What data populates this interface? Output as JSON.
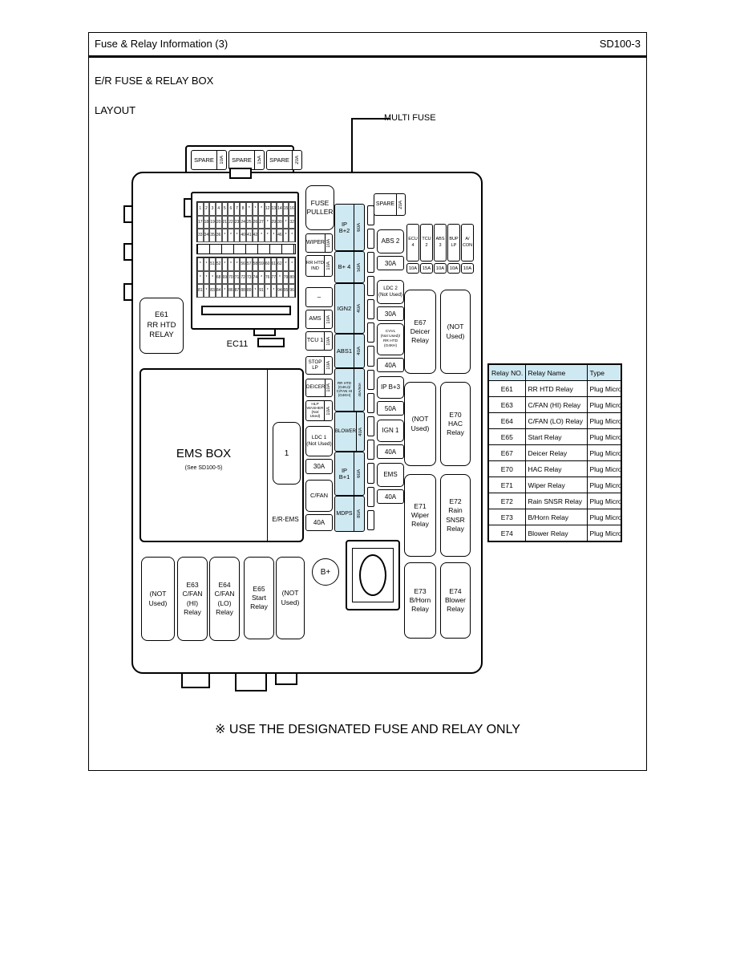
{
  "header": {
    "title": "Fuse & Relay Information (3)",
    "code": "SD100-3"
  },
  "titles": {
    "section": "E/R FUSE & RELAY BOX",
    "sub": "LAYOUT",
    "callout": "MULTI FUSE",
    "footnote": "※ USE THE DESIGNATED FUSE AND RELAY ONLY"
  },
  "colors": {
    "highlight": "#cfe9f2",
    "line": "#000000"
  },
  "labels": {
    "fuse_puller": "FUSE\nPULLER",
    "e61": "E61\nRR HTD\nRELAY",
    "ec11": "EC11",
    "ems_title": "EMS BOX",
    "ems_sub": "(See SD100-5)",
    "slot": "1",
    "er_ems": "E/R-EMS",
    "b_plus": "B+"
  },
  "spares_top": [
    {
      "label": "SPARE",
      "amp": "10A"
    },
    {
      "label": "SPARE",
      "amp": "15A"
    },
    {
      "label": "SPARE",
      "amp": "20A"
    }
  ],
  "spare_right": {
    "label": "SPARE",
    "amp": "20A"
  },
  "left_fuses": [
    {
      "label": "WIPER",
      "amp": "10A"
    },
    {
      "label": "RR HTD\nIND",
      "amp": "10A"
    },
    {
      "label": "–",
      "amp": ""
    },
    {
      "label": "AMS",
      "amp": "10A"
    },
    {
      "label": "TCU 1",
      "amp": "10A"
    },
    {
      "label": "STOP LP",
      "amp": "10A"
    },
    {
      "label": "DEICER",
      "amp": "10A"
    },
    {
      "label": "HLP\nWASHER\n(Not Used)",
      "amp": "10A"
    },
    {
      "label": "LDC 1\n(Not Used)",
      "amp": "30A"
    },
    {
      "label": "C/FAN",
      "amp": "40A"
    }
  ],
  "multi_fuses": [
    {
      "label": "IP\nB+2",
      "amp": "60A"
    },
    {
      "label": "B+ 4",
      "amp": "50A"
    },
    {
      "label": "IGN2",
      "amp": "40A"
    },
    {
      "label": "ABS1",
      "amp": "40A"
    },
    {
      "label": "RR HTD\n(G4KJ)/\nC/FAN HI\n(G4KH)",
      "amp": "40A/50A"
    },
    {
      "label": "BLOWER",
      "amp": "40A"
    },
    {
      "label": "IP\nB+1",
      "amp": "60A"
    },
    {
      "label": "MDPS",
      "amp": "80A"
    }
  ],
  "middle_fuses": [
    {
      "label": "ABS 2",
      "amp": "30A"
    },
    {
      "label": "LDC 2\n(Not Used)",
      "amp": "30A"
    },
    {
      "label": "CVVL\n(Not Used)/\nRR HTD\n(G4KH)",
      "amp": "40A"
    },
    {
      "label": "IP B+3",
      "amp": "50A"
    },
    {
      "label": "IGN 1",
      "amp": "40A"
    },
    {
      "label": "EMS",
      "amp": "40A"
    }
  ],
  "small_fuses": [
    {
      "label": "ECU\n4",
      "amp": "10A"
    },
    {
      "label": "TCU\n2",
      "amp": "15A"
    },
    {
      "label": "ABS\n3",
      "amp": "10A"
    },
    {
      "label": "BUP\nLP",
      "amp": "10A"
    },
    {
      "label": "A/\nCON",
      "amp": "10A"
    }
  ],
  "relays_right": [
    "E67\nDeicer\nRelay",
    "(NOT\nUsed)",
    "(NOT\nUsed)",
    "E70\nHAC\nRelay",
    "E71\nWiper\nRelay",
    "E72\nRain\nSNSR\nRelay",
    "E73\nB/Horn\nRelay",
    "E74\nBlower\nRelay"
  ],
  "relays_bottom": [
    "(NOT\nUsed)",
    "E63\nC/FAN\n(HI)\nRelay",
    "E64\nC/FAN\n(LO)\nRelay",
    "E65\nStart\nRelay",
    "(NOT\nUsed)"
  ],
  "connector_pins": {
    "rows": [
      [
        "1",
        "2",
        "3",
        "4",
        "5",
        "6",
        "7",
        "8",
        "*",
        "*",
        "*",
        "12",
        "13",
        "14",
        "15",
        "16"
      ],
      [
        "17",
        "18",
        "19",
        "20",
        "21",
        "22",
        "23",
        "24",
        "25",
        "26",
        "27",
        "*",
        "29",
        "30",
        "*",
        "32"
      ],
      [
        "33",
        "34",
        "35",
        "36",
        "*",
        "*",
        "*",
        "40",
        "41",
        "42",
        "*",
        "*",
        "*",
        "46",
        "*",
        "*"
      ],
      [
        "*",
        "*",
        "51",
        "52",
        "*",
        "*",
        "*",
        "56",
        "57",
        "58",
        "59",
        "60",
        "61",
        "62",
        "*",
        "*"
      ],
      [
        "*",
        "*",
        "*",
        "68",
        "69",
        "70",
        "71",
        "72",
        "73",
        "74",
        "*",
        "76",
        "77",
        "*",
        "79",
        "80"
      ],
      [
        "81",
        "*",
        "83",
        "84",
        "*",
        "86",
        "87",
        "88",
        "89",
        "*",
        "91",
        "*",
        "*",
        "94",
        "95",
        "96"
      ]
    ]
  },
  "relay_table": {
    "headers": [
      "Relay NO.",
      "Relay Name",
      "Type"
    ],
    "rows": [
      [
        "E61",
        "RR HTD Relay",
        "Plug Micro"
      ],
      [
        "E63",
        "C/FAN (HI) Relay",
        "Plug Micro"
      ],
      [
        "E64",
        "C/FAN (LO) Relay",
        "Plug Micro"
      ],
      [
        "E65",
        "Start Relay",
        "Plug Micro"
      ],
      [
        "E67",
        "Deicer Relay",
        "Plug Micro"
      ],
      [
        "E70",
        "HAC Relay",
        "Plug Micro"
      ],
      [
        "E71",
        "Wiper Relay",
        "Plug Micro"
      ],
      [
        "E72",
        "Rain SNSR Relay",
        "Plug Micro"
      ],
      [
        "E73",
        "B/Horn Relay",
        "Plug Micro"
      ],
      [
        "E74",
        "Blower Relay",
        "Plug Micro"
      ]
    ]
  }
}
